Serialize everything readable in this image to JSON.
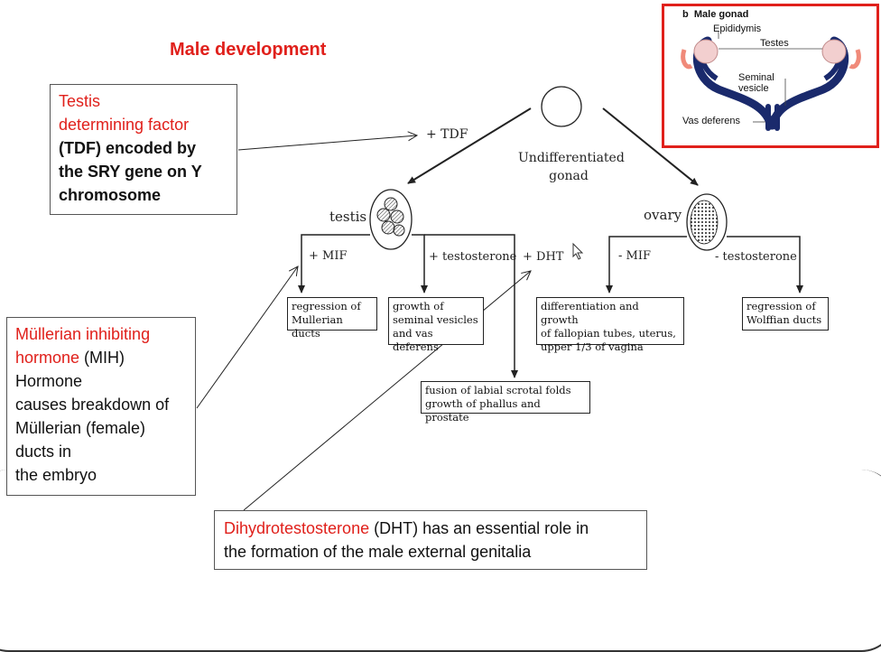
{
  "slide": {
    "title": "Male development"
  },
  "callouts": {
    "tdf": {
      "line1": "Testis",
      "line2": "determining factor",
      "line3": "(TDF) encoded by",
      "line4": "the SRY gene on Y",
      "line5": "chromosome"
    },
    "mih": {
      "line1": "Müllerian inhibiting",
      "line2a": "hormone",
      "line2b": " (MIH)",
      "line3": "Hormone",
      "line4": "causes breakdown of",
      "line5": "Müllerian (female)",
      "line6": "ducts in",
      "line7": "the embryo"
    },
    "dht": {
      "red": "Dihydrotestosterone",
      "rest": " (DHT) has an essential role in",
      "line2": "the formation of the male external genitalia"
    }
  },
  "flow": {
    "undiff_line1": "Undifferentiated",
    "undiff_line2": "gonad",
    "tdf_label": "+ TDF",
    "testis_label": "testis",
    "ovary_label": "ovary",
    "mif_plus": "+ MIF",
    "testosterone_plus": "+ testosterone",
    "dht_plus": "+ DHT",
    "mif_minus": "- MIF",
    "testosterone_minus": "- testosterone",
    "box_mullerian": [
      "regression of",
      "Mullerian ducts"
    ],
    "box_seminal": [
      "growth of",
      "seminal vesicles",
      "and vas deferens"
    ],
    "box_female": [
      "differentiation and growth",
      "of fallopian tubes, uterus,",
      "upper 1/3 of vagina"
    ],
    "box_wolffian": [
      "regression of",
      "Wolffian ducts"
    ],
    "box_labial": [
      "fusion of labial scrotal folds",
      "growth of phallus and prostate"
    ]
  },
  "inset": {
    "title_letter": "b",
    "title": "Male gonad",
    "epididymis": "Epididymis",
    "testes": "Testes",
    "seminal1": "Seminal",
    "seminal2": "vesicle",
    "vas": "Vas deferens",
    "accent": "#e0201b",
    "duct_color": "#1a2a6c",
    "testis_color": "#f2cfcf"
  }
}
